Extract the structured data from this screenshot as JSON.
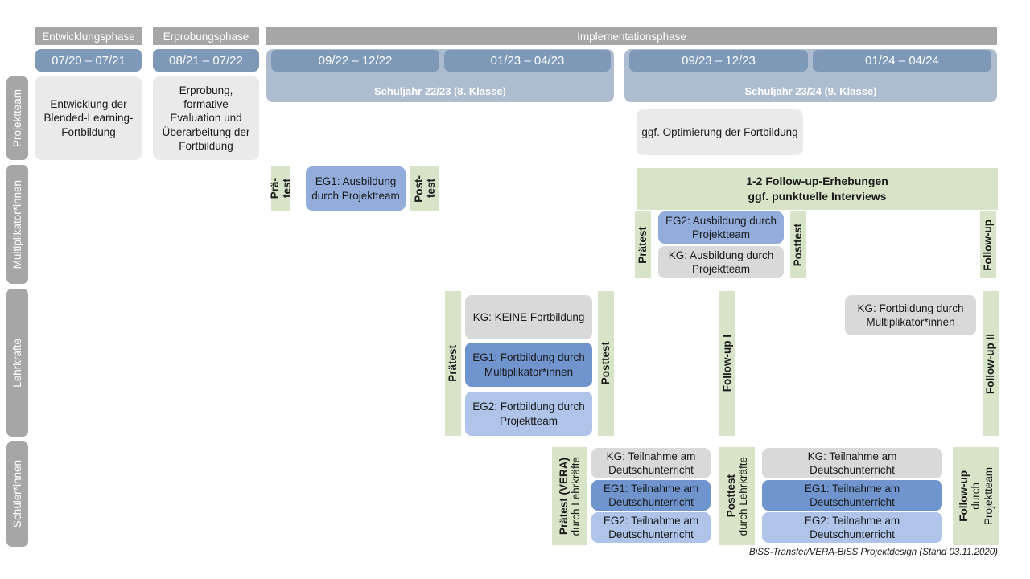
{
  "footer": "BiSS-Transfer/VERA-BiSS Projektdesign (Stand 03.11.2020)",
  "phases": [
    {
      "name": "Entwicklungsphase"
    },
    {
      "name": "Erprobungsphase"
    },
    {
      "name": "Implementationsphase"
    }
  ],
  "periods": [
    {
      "label": "07/20 – 07/21"
    },
    {
      "label": "08/21 – 07/22"
    },
    {
      "label": "09/22 – 12/22"
    },
    {
      "label": "01/23 – 04/23"
    },
    {
      "label": "09/23 – 12/23"
    },
    {
      "label": "01/24 – 04/24"
    }
  ],
  "schoolyears": [
    {
      "label": "Schuljahr 22/23 (8. Klasse)"
    },
    {
      "label": "Schuljahr 23/24 (9. Klasse)"
    }
  ],
  "rows": [
    {
      "label": "Projektteam"
    },
    {
      "label": "Multiplikator*innen"
    },
    {
      "label": "Lehrkräfte"
    },
    {
      "label": "Schüler*innen"
    }
  ],
  "projektteam": {
    "entwicklung": "Entwicklung der Blended-Learning-Fortbildung",
    "erprobung": "Erprobung, formative Evaluation und Überarbeitung der Fortbildung",
    "optimierung": "ggf. Optimierung der Fortbildung"
  },
  "multiplikator": {
    "praetest_line1": "Prä-",
    "praetest_line2": "test",
    "posttest_line1": "Post-",
    "posttest_line2": "test",
    "eg1": "EG1: Ausbildung durch Projektteam",
    "praetest2": "Prätest",
    "posttest2": "Posttest",
    "eg2": "EG2:  Ausbildung durch Projektteam",
    "kg": "KG: Ausbildung durch Projektteam",
    "followup": "Follow-up",
    "banner_line1": "1-2 Follow-up-Erhebungen",
    "banner_line2": "ggf. punktuelle Interviews"
  },
  "lehrkraefte": {
    "praetest": "Prätest",
    "posttest": "Posttest",
    "kg_keine": "KG:  KEINE Fortbildung",
    "eg1": "EG1: Fortbildung durch Multiplikator*innen",
    "eg2": "EG2: Fortbildung durch Projektteam",
    "followup1": "Follow-up I",
    "followup2": "Follow-up II",
    "kg_fortbildung": "KG: Fortbildung durch Multiplikator*innen"
  },
  "schueler": {
    "praetest_bold": "Prätest (VERA)",
    "praetest_sub": "durch Lehrkräfte",
    "posttest_bold": "Posttest",
    "posttest_sub": "durch Lehrkräfte",
    "followup_bold": "Follow-up",
    "followup_sub1": "durch",
    "followup_sub2": "Projektteam",
    "kg": "KG: Teilnahme am Deutschunterricht",
    "eg1": "EG1: Teilnahme am Deutschunterricht",
    "eg2": "EG2: Teilnahme am Deutschunterricht"
  },
  "colors": {
    "header_gray": "#A6A6A6",
    "date_blue": "#7E99B8",
    "schoolyear_blue": "#AEBCD0",
    "green": "#D7E4C8",
    "box_gray": "#EAEAEA",
    "box_gray2": "#D9D9D9",
    "blue_dark": "#7094CE",
    "blue_mid": "#92ADDB",
    "blue_light": "#AFC4E8"
  }
}
